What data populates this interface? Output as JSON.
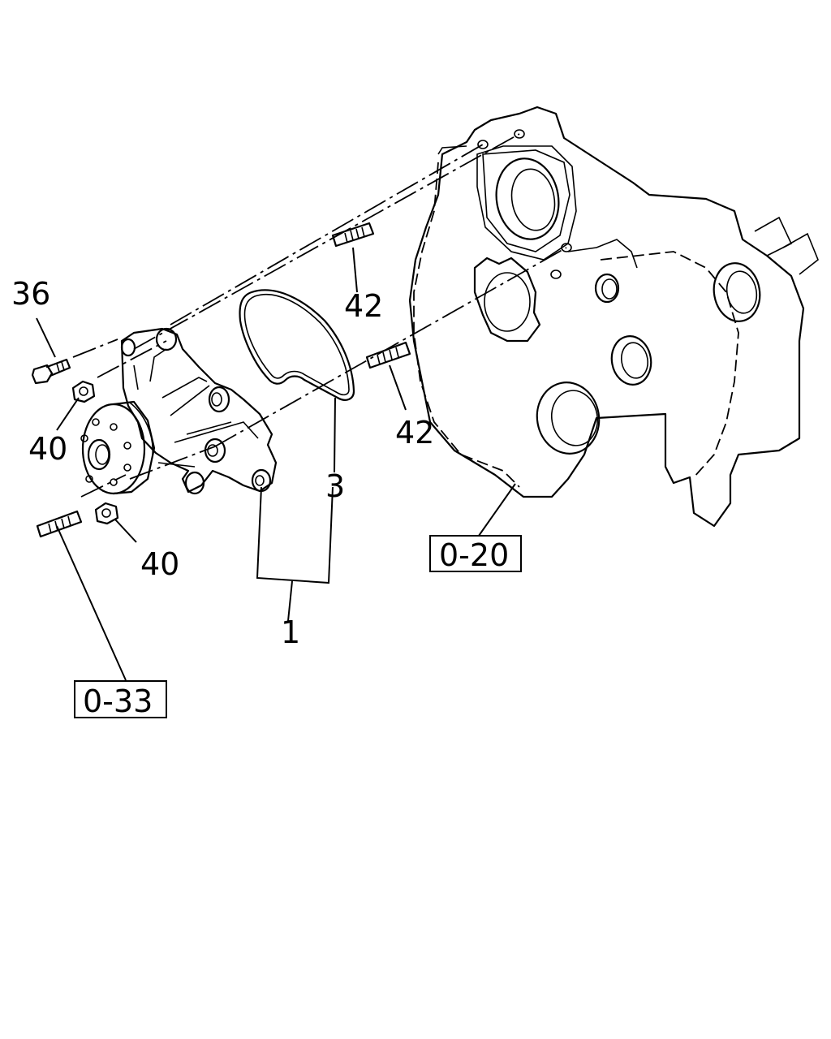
{
  "callouts": {
    "c1": "1",
    "c3": "3",
    "c36": "36",
    "c40a": "40",
    "c40b": "40",
    "c42a": "42",
    "c42b": "42"
  },
  "refs": {
    "r020": "0-20",
    "r033": "0-33"
  }
}
